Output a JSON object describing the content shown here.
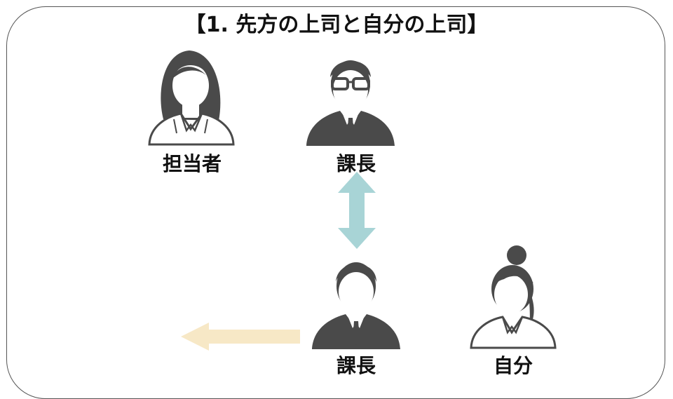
{
  "title": "【1. 先方の上司と自分の上司】",
  "people": {
    "client_staff": {
      "label": "担当者"
    },
    "client_manager": {
      "label": "課長"
    },
    "own_manager": {
      "label": "課長"
    },
    "self": {
      "label": "自分"
    }
  },
  "colors": {
    "figure": "#4a4a4a",
    "double_arrow": "#a8d4d6",
    "left_arrow": "#f7e8c6",
    "frame": "#555555"
  }
}
